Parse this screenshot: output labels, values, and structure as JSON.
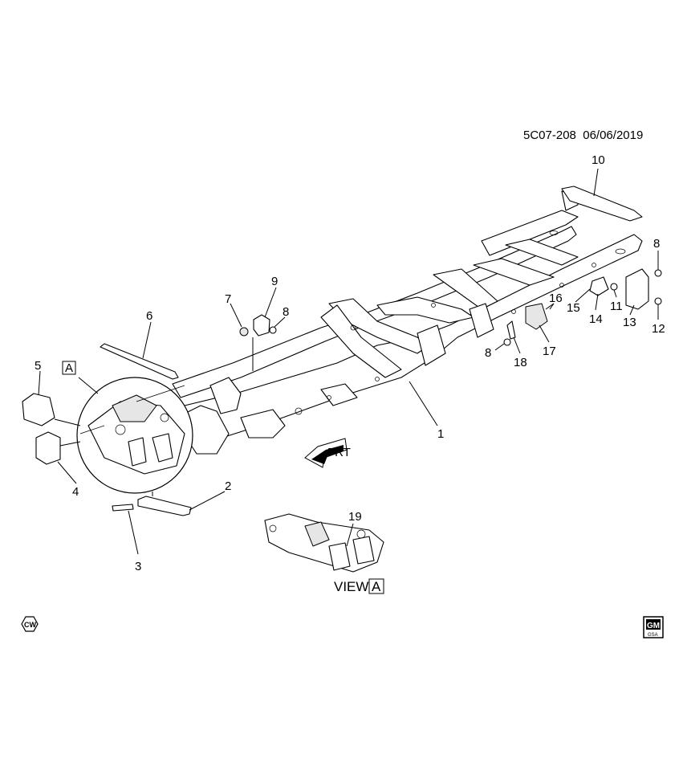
{
  "document": {
    "id": "5C07-208",
    "date": "06/06/2019"
  },
  "callouts": [
    "1",
    "2",
    "3",
    "4",
    "5",
    "6",
    "7",
    "8",
    "9",
    "8",
    "10",
    "8",
    "11",
    "12",
    "13",
    "14",
    "15",
    "16",
    "17",
    "18",
    "19"
  ],
  "view_ref": {
    "view_word": "VIEW",
    "letter": "A",
    "detail_tag": "A"
  },
  "front_arrow": {
    "text": "FRT"
  },
  "badges": {
    "cw": "CW",
    "gm_top": "GM",
    "gm_bottom": "GSA"
  },
  "icons": [
    "front-arrow-icon",
    "cw-hex-icon",
    "gm-logo-icon"
  ]
}
